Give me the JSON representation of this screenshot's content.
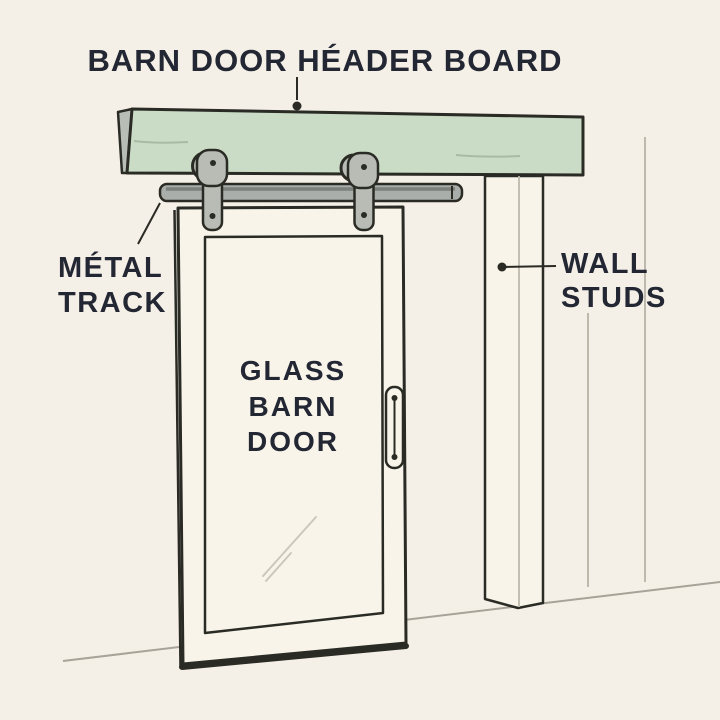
{
  "title": {
    "text": "BARN DOOR HÉADER BOARD"
  },
  "labels": {
    "metal_track": {
      "line1": "MÉTAL",
      "line2": "TRACK"
    },
    "wall_studs": {
      "line1": "WALL",
      "line2": "STUDS"
    },
    "glass_barn_door": {
      "line1": "GLASS",
      "line2": "BARN",
      "line3": "DOOR"
    }
  },
  "colors": {
    "background": "#f5f0e7",
    "door_face": "#f8f4ea",
    "header_board": "#cbdcc6",
    "header_board_edge": "#b8beb6",
    "wood_grain": "#a7bba3",
    "metal": "#a9aeab",
    "metal_light": "#b8bcb5",
    "metal_dark": "#7c817c",
    "outline": "#2a2b24",
    "text": "#232733",
    "faint_line": "#beb9ad",
    "floor_line": "#a8a398",
    "glass_glint": "#ccc7bb"
  }
}
